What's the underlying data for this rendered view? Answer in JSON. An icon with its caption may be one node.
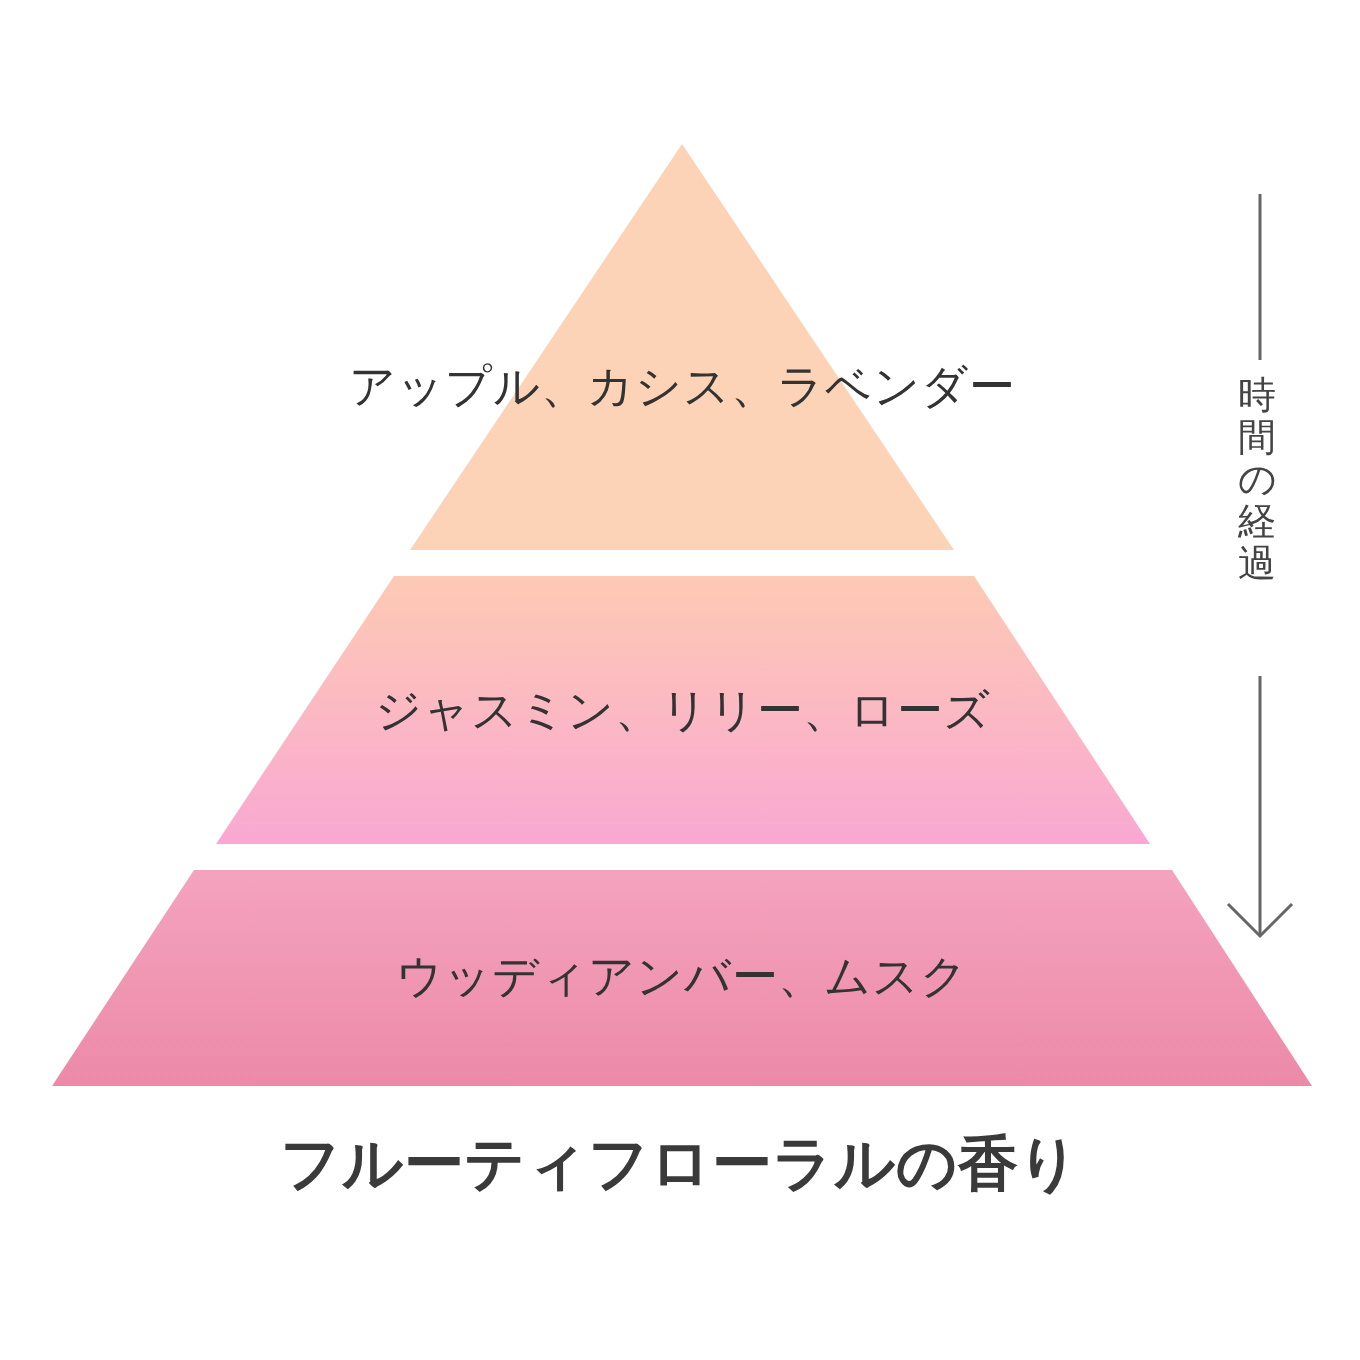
{
  "diagram": {
    "title": "フルーティフローラルの香り",
    "nodes": [
      {
        "text": [
          "アップル、カシス、ラベンダー"
        ]
      },
      {
        "text": [
          "ジャスミン、リリー、ローズ"
        ]
      },
      {
        "text": [
          "ウッディアンバー、ムスク"
        ]
      }
    ],
    "edges": [],
    "labels": [
      "時間の経過"
    ]
  }
}
